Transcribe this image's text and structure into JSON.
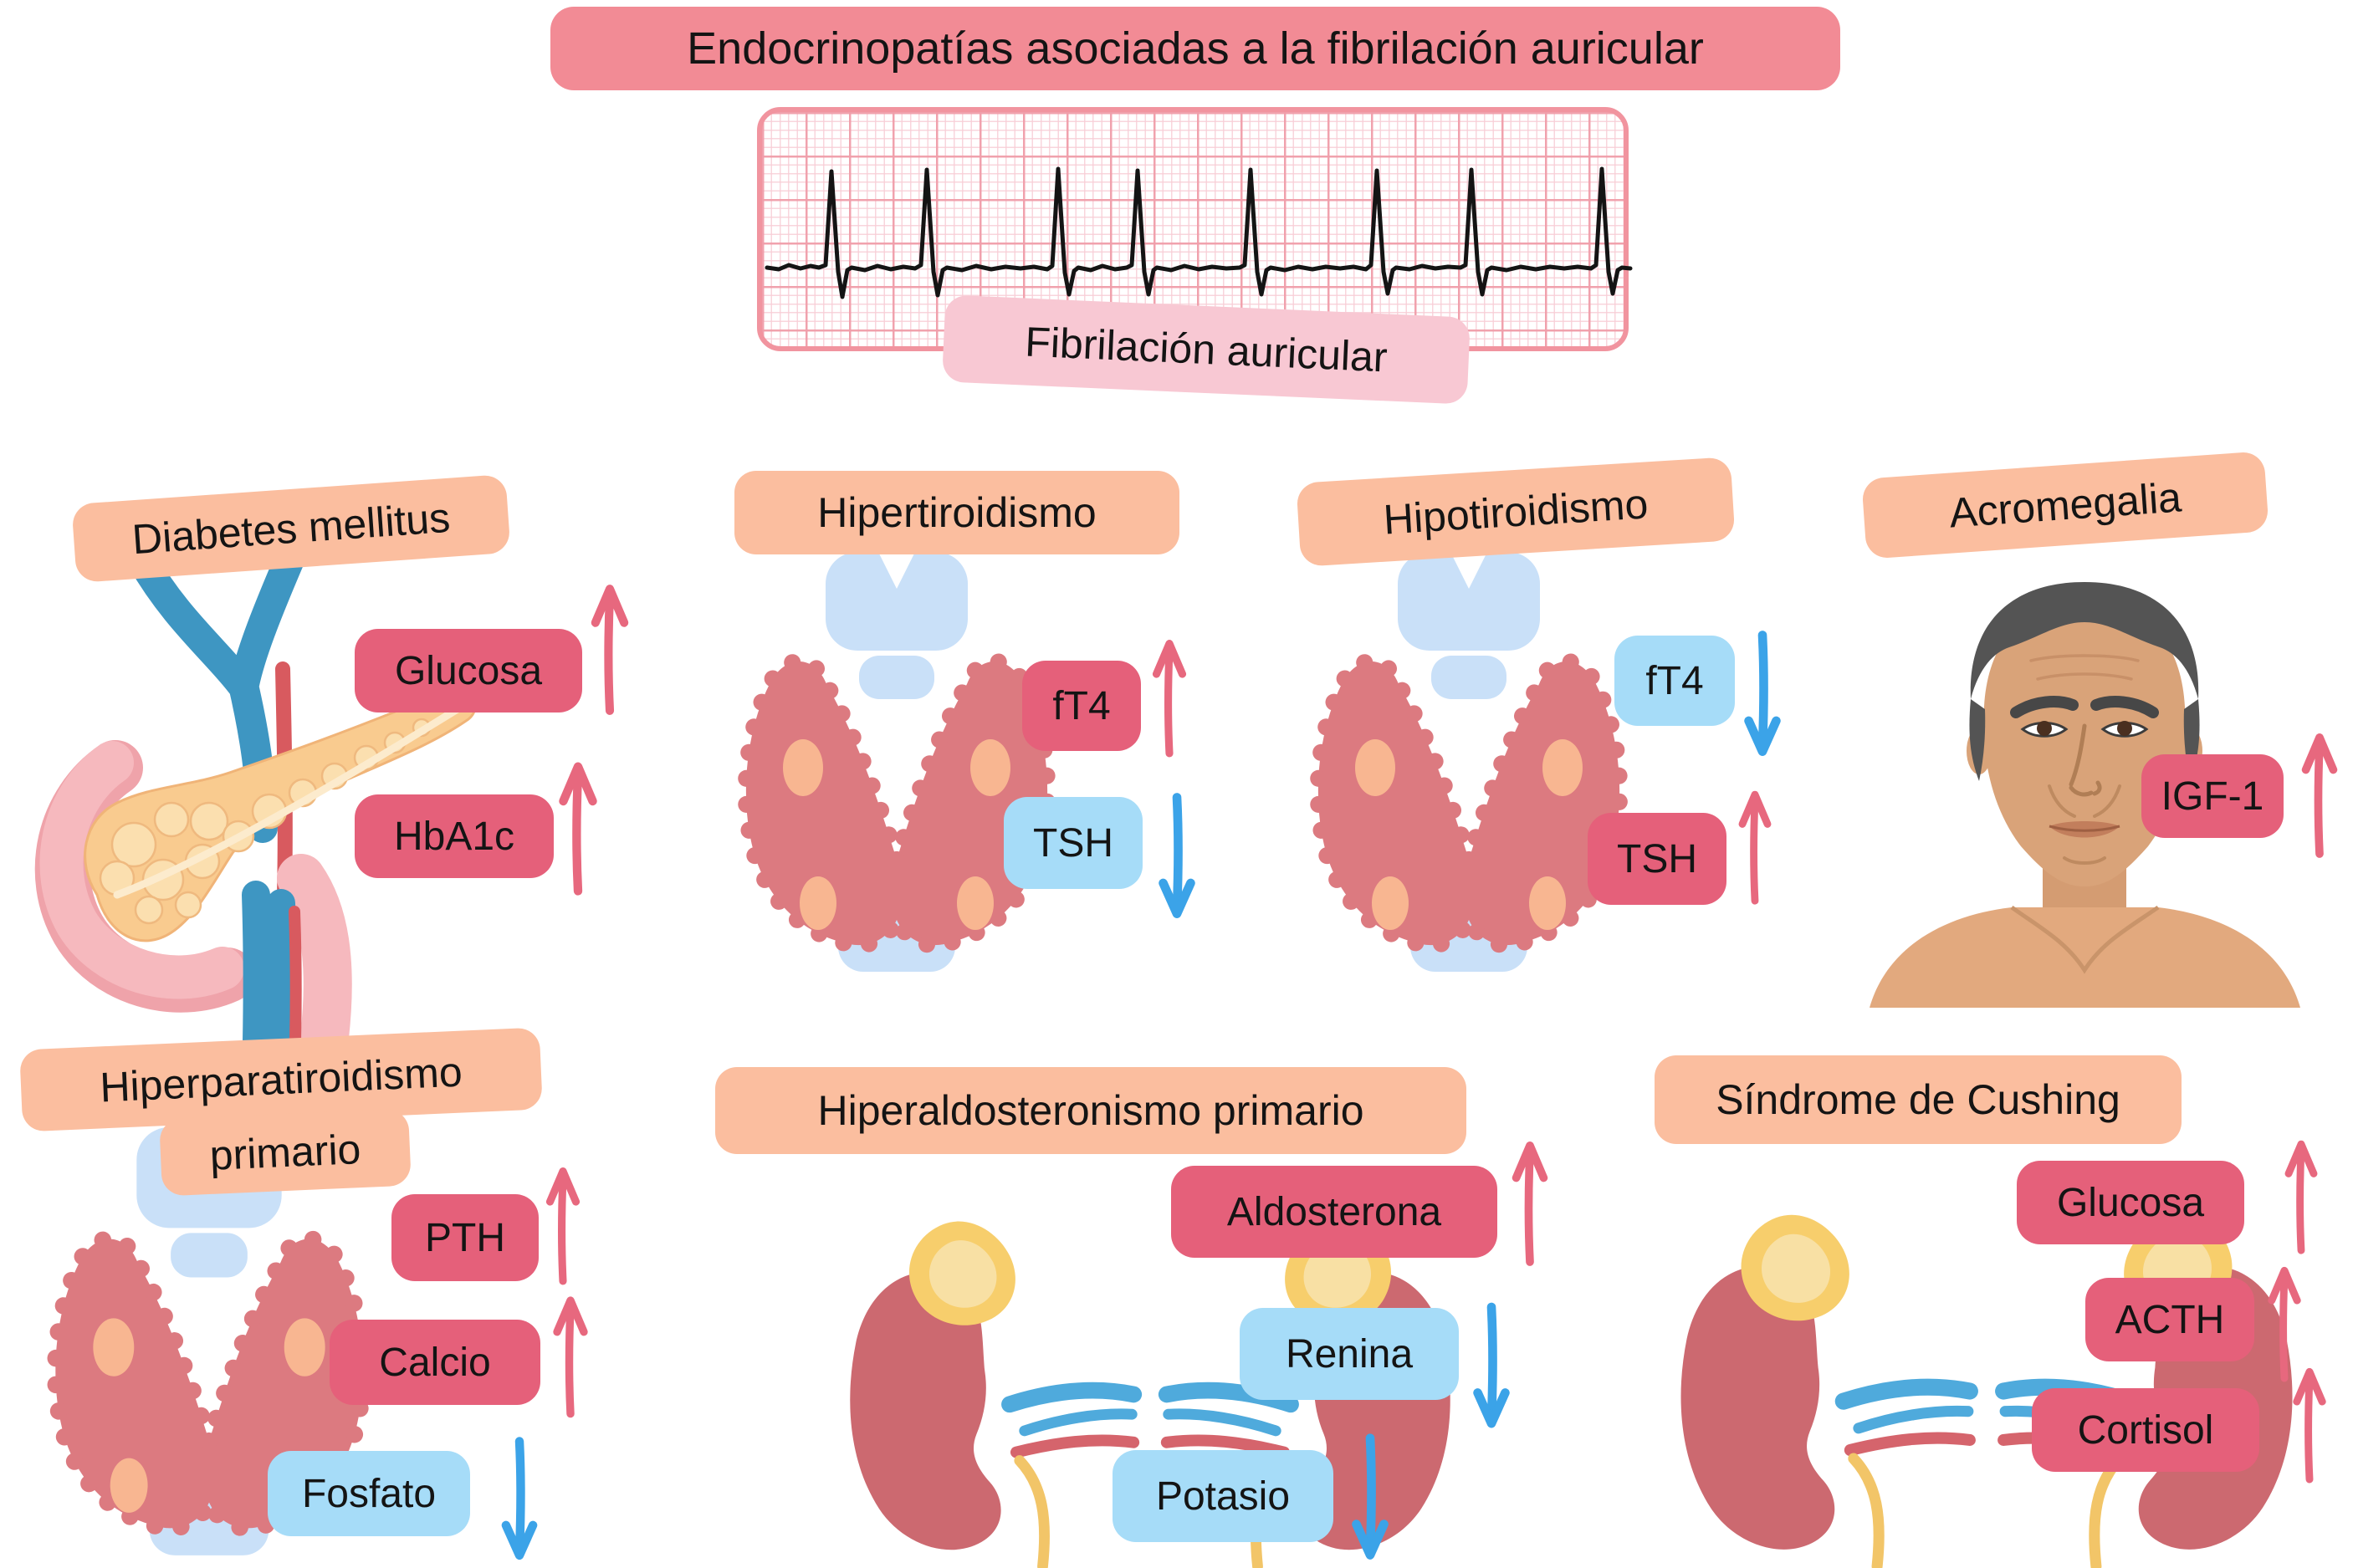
{
  "title": "Endocrinopatías asociadas a la fibrilación auricular",
  "ecg": {
    "label": "Fibrilación auricular",
    "illustration": "ecg-rhythm-strip"
  },
  "panels": [
    {
      "id": "diabetes-mellitus",
      "title": "Diabetes mellitus",
      "illustration": "pancreas",
      "markers": [
        {
          "label": "Glucosa",
          "direction": "up",
          "tone": "increase"
        },
        {
          "label": "HbA1c",
          "direction": "up",
          "tone": "increase"
        }
      ]
    },
    {
      "id": "hipertiroidismo",
      "title": "Hipertiroidismo",
      "illustration": "thyroid-gland",
      "markers": [
        {
          "label": "fT4",
          "direction": "up",
          "tone": "increase"
        },
        {
          "label": "TSH",
          "direction": "down",
          "tone": "decrease"
        }
      ]
    },
    {
      "id": "hipotiroidismo",
      "title": "Hipotiroidismo",
      "illustration": "thyroid-gland",
      "markers": [
        {
          "label": "fT4",
          "direction": "down",
          "tone": "decrease"
        },
        {
          "label": "TSH",
          "direction": "up",
          "tone": "increase"
        }
      ]
    },
    {
      "id": "acromegalia",
      "title": "Acromegalia",
      "illustration": "acromegalic-face",
      "markers": [
        {
          "label": "IGF-1",
          "direction": "up",
          "tone": "increase"
        }
      ]
    },
    {
      "id": "hiperparatiroidismo-primario",
      "title": "Hiperparatiroidismo primario",
      "lines": [
        "Hiperparatiroidismo",
        "primario"
      ],
      "illustration": "thyroid-gland",
      "markers": [
        {
          "label": "PTH",
          "direction": "up",
          "tone": "increase"
        },
        {
          "label": "Calcio",
          "direction": "up",
          "tone": "increase"
        },
        {
          "label": "Fosfato",
          "direction": "down",
          "tone": "decrease"
        }
      ]
    },
    {
      "id": "hiperaldosteronismo-primario",
      "title": "Hiperaldosteronismo primario",
      "illustration": "kidneys-adrenal-glands",
      "markers": [
        {
          "label": "Aldosterona",
          "direction": "up",
          "tone": "increase"
        },
        {
          "label": "Renina",
          "direction": "down",
          "tone": "decrease"
        },
        {
          "label": "Potasio",
          "direction": "down",
          "tone": "decrease"
        }
      ]
    },
    {
      "id": "sindrome-de-cushing",
      "title": "Síndrome de Cushing",
      "illustration": "kidneys-adrenal-glands",
      "markers": [
        {
          "label": "Glucosa",
          "direction": "up",
          "tone": "increase"
        },
        {
          "label": "ACTH",
          "direction": "up",
          "tone": "increase"
        },
        {
          "label": "Cortisol",
          "direction": "up",
          "tone": "increase"
        }
      ]
    }
  ],
  "icons": {
    "increase": "up-arrow",
    "decrease": "down-arrow"
  },
  "colors": {
    "banner_pink": "#F28B95",
    "label_peach": "#FBBE9F",
    "badge_pink": "#E5607A",
    "badge_blue": "#A6DCF8",
    "arrow_pink": "#E7687E",
    "arrow_blue": "#3BA3E8",
    "ecg_label_pink": "#F8C8D3"
  }
}
